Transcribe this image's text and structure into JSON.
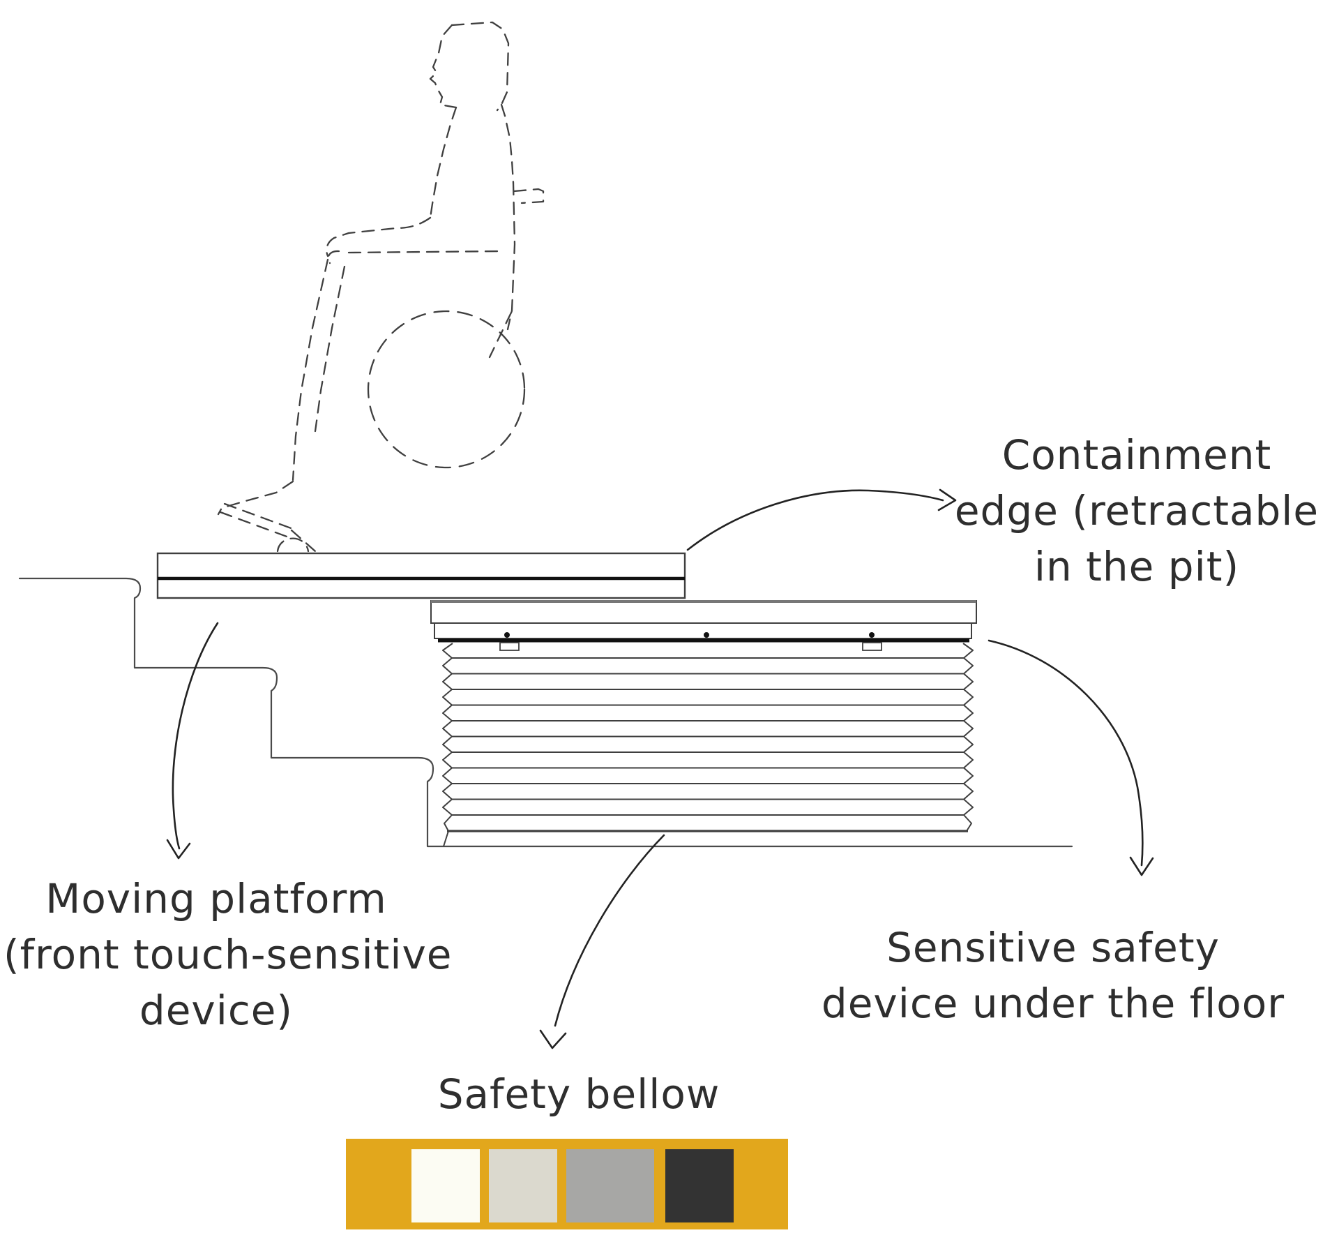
{
  "labels": {
    "containment_edge": {
      "line1": "Containment",
      "line2": "edge (retractable",
      "line3": "in the pit)"
    },
    "moving_platform": {
      "line1": "Moving platform",
      "line2": "(front touch-sensitive",
      "line3": "device)"
    },
    "safety_bellow": {
      "text": "Safety bellow"
    },
    "sensitive_safety": {
      "line1": "Sensitive safety",
      "line2": "device under the floor"
    }
  },
  "palette": {
    "bar_color": "#E2A71C",
    "swatches": [
      {
        "name": "white",
        "color": "#FCFCF3"
      },
      {
        "name": "light-gray",
        "color": "#DBD9CE"
      },
      {
        "name": "gray",
        "color": "#A7A7A5"
      },
      {
        "name": "charcoal",
        "color": "#333333"
      }
    ]
  },
  "drawing": {
    "line_color": "#3f3f3f",
    "leader_color": "#222222",
    "sensor_color": "#111111"
  }
}
